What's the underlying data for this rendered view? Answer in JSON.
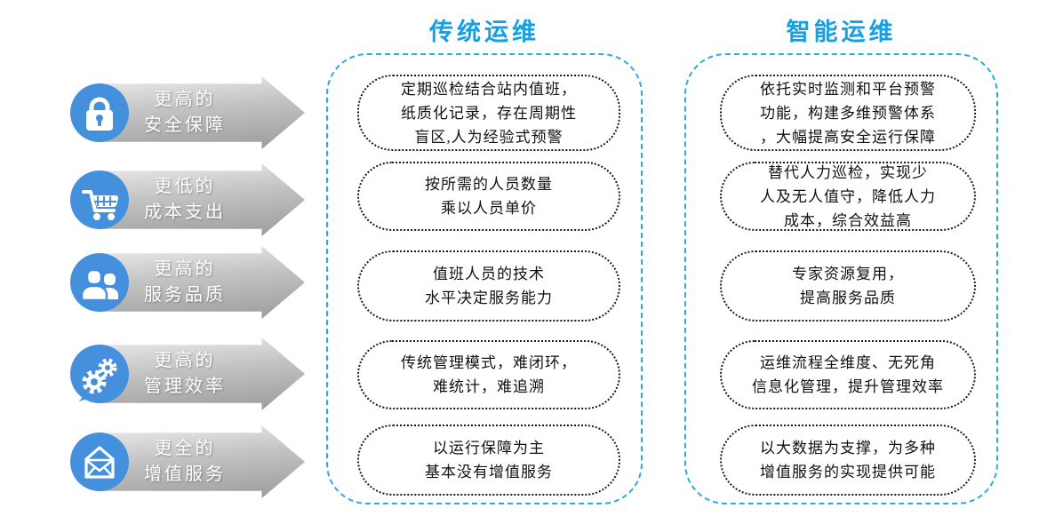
{
  "titles": {
    "traditional": "传统运维",
    "intelligent": "智能运维"
  },
  "colors": {
    "accent_dash_blue": "#29ABE2",
    "title_blue": "#14A0E2",
    "icon_circle_blue": "#4490DC",
    "arrow_gradient_top": "#EDEDED",
    "arrow_gradient_bottom": "#9A9A9A",
    "pill_border": "#1A1A1A",
    "arrow_text": "#FFFFFF"
  },
  "benefits": [
    {
      "icon": "lock-icon",
      "label": "更高的\n安全保障"
    },
    {
      "icon": "cart-icon",
      "label": "更低的\n成本支出"
    },
    {
      "icon": "users-icon",
      "label": "更高的\n服务品质"
    },
    {
      "icon": "gears-icon",
      "label": "更高的\n管理效率"
    },
    {
      "icon": "mail-open-icon",
      "label": "更全的\n增值服务"
    }
  ],
  "traditional": {
    "items": [
      "定期巡检结合站内值班，\n纸质化记录，存在周期性\n盲区,人为经验式预警",
      "按所需的人员数量\n乘以人员单价",
      "值班人员的技术\n水平决定服务能力",
      "传统管理模式，难闭环，\n难统计，难追溯",
      "以运行保障为主\n基本没有增值服务"
    ]
  },
  "intelligent": {
    "items": [
      "依托实时监测和平台预警\n功能，构建多维预警体系\n，大幅提高安全运行保障",
      "替代人力巡检，实现少\n人及无人值守，降低人力\n成本，综合效益高",
      "专家资源复用，\n提高服务品质",
      "运维流程全维度、无死角\n信息化管理，提升管理效率",
      "以大数据为支撑，为多种\n增值服务的实现提供可能"
    ]
  }
}
